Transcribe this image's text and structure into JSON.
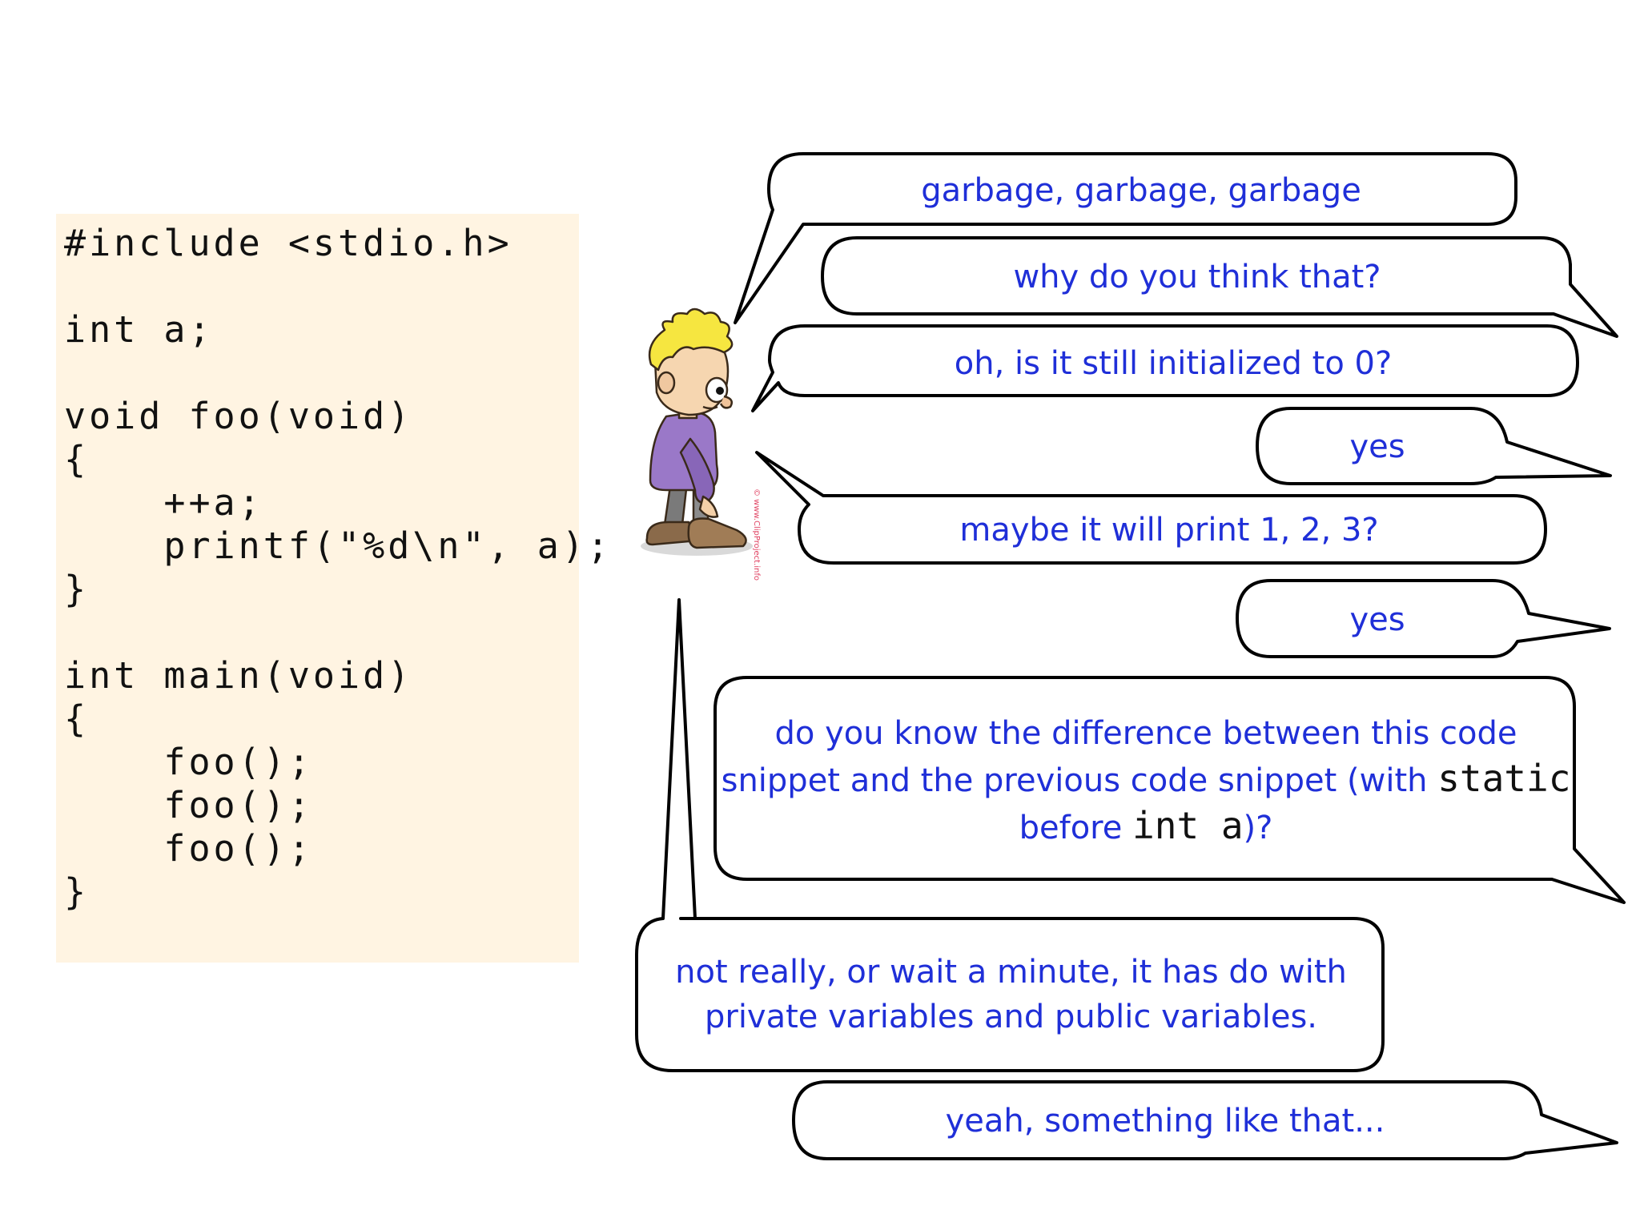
{
  "code": {
    "lines": [
      "#include <stdio.h>",
      "int a;",
      "void foo(void)",
      "{",
      "    ++a;",
      "    printf(\"%d\\n\", a);",
      "}",
      "int main(void)",
      "{",
      "    foo();",
      "    foo();",
      "    foo();",
      "}"
    ]
  },
  "dialog": {
    "b1": "garbage, garbage, garbage",
    "b2": "why do you think that?",
    "b3": "oh, is it still initialized to 0?",
    "b4": "yes",
    "b5": "maybe it will print 1, 2, 3?",
    "b6": "yes",
    "b7": {
      "line1": "do you know the difference between this code",
      "line2_pre": "snippet and the previous code snippet (with ",
      "line2_code": "static",
      "line3_pre": "before ",
      "line3_code": "int a",
      "line3_post": ")?"
    },
    "b8": {
      "line1": "not really, or wait a minute, it has do with",
      "line2": "private variables and public variables."
    },
    "b9": "yeah, something like that..."
  },
  "colors": {
    "bubble_text": "#1f2fd8",
    "code_background": "#fff4e2",
    "bubble_outline": "#000000"
  },
  "illustration": {
    "icon": "cartoon-boy-icon",
    "credit": "© www.ClipProject.info"
  }
}
